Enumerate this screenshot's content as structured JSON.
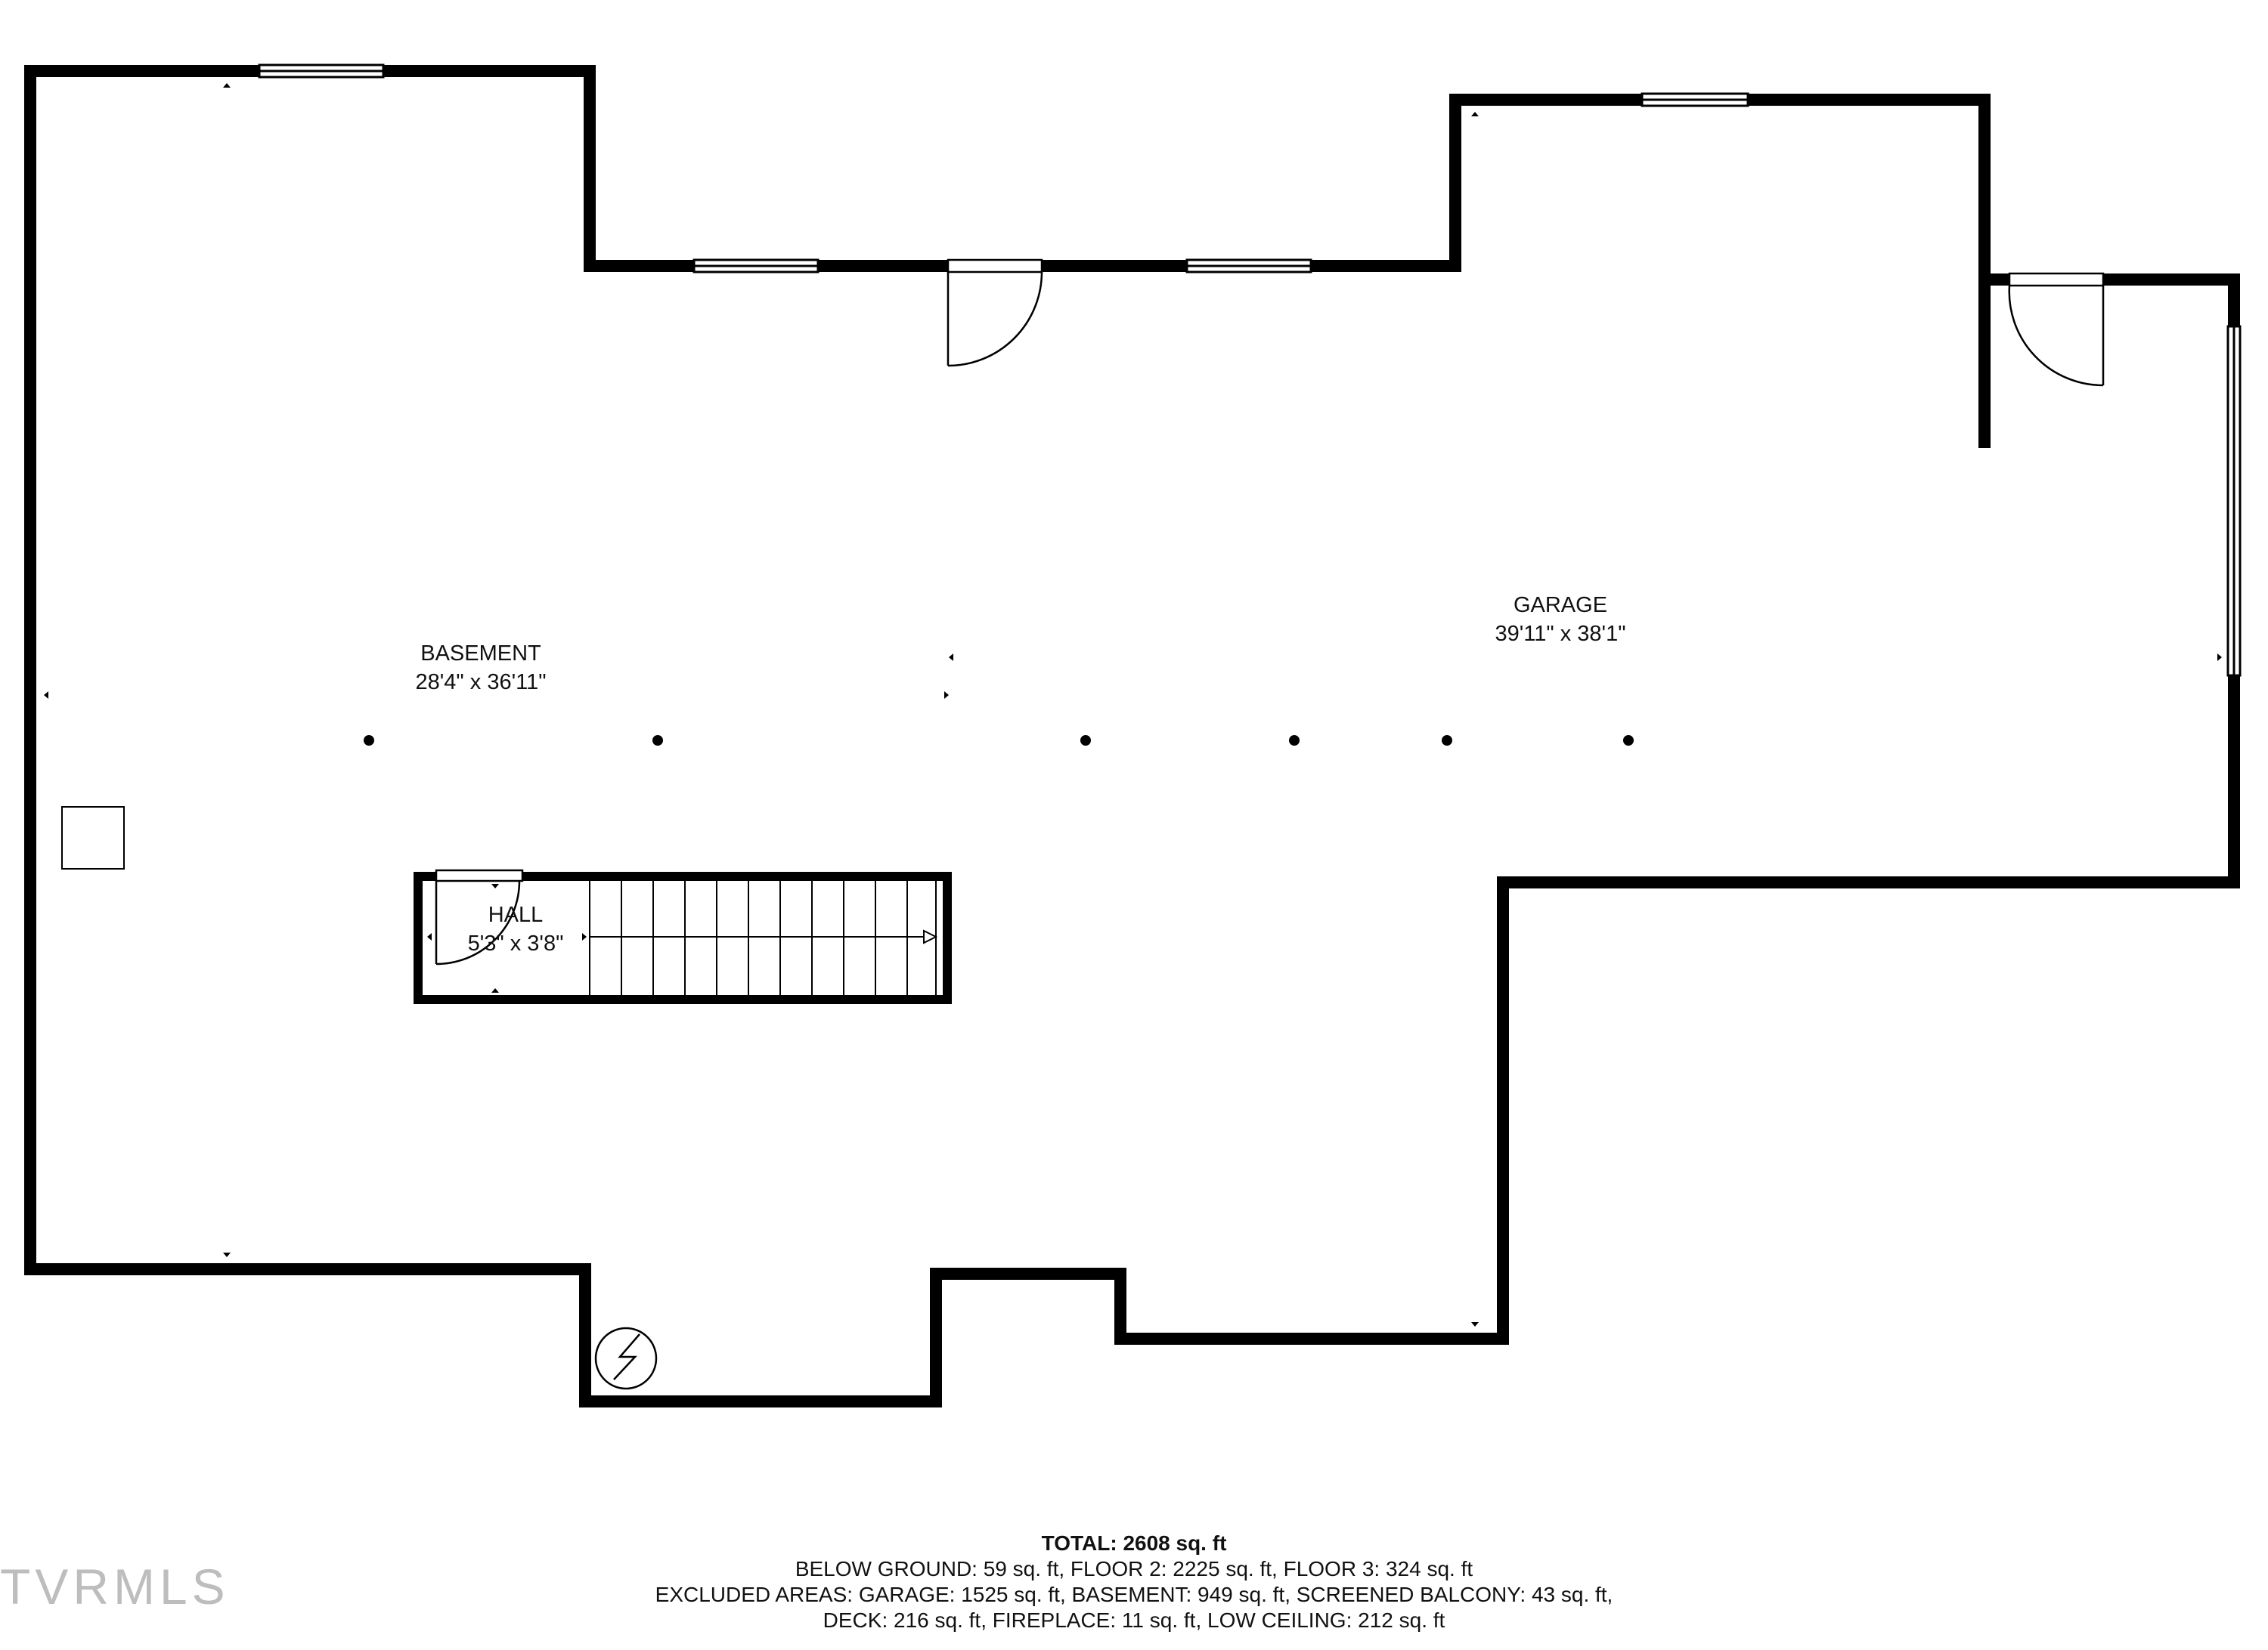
{
  "rooms": [
    {
      "name": "BASEMENT",
      "dims": "28'4\" x 36'11\""
    },
    {
      "name": "GARAGE",
      "dims": "39'11\" x 38'1\""
    },
    {
      "name": "HALL",
      "dims": "5'3\" x 3'8\""
    }
  ],
  "summary": {
    "total": "TOTAL: 2608 sq. ft",
    "line1": "BELOW GROUND: 59 sq. ft, FLOOR 2: 2225 sq. ft, FLOOR 3: 324 sq. ft",
    "line2": "EXCLUDED AREAS: GARAGE: 1525 sq. ft, BASEMENT: 949 sq. ft, SCREENED BALCONY: 43 sq. ft,",
    "line3": "DECK: 216 sq. ft, FIREPLACE: 11 sq. ft, LOW CEILING: 212 sq. ft"
  },
  "watermark": "TVRMLS",
  "colors": {
    "wall": "#000000",
    "background": "#ffffff"
  }
}
